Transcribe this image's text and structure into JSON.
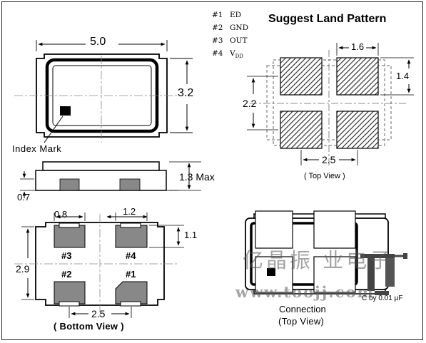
{
  "pin_table": [
    {
      "num": "#1",
      "name": "ED"
    },
    {
      "num": "#2",
      "name": "GND"
    },
    {
      "num": "#3",
      "name": "OUT"
    },
    {
      "num": "#4",
      "name": "V",
      "sub": "DD"
    }
  ],
  "top_package": {
    "width_label": "5.0",
    "height_label": "3.2",
    "index_mark_label": "Index Mark"
  },
  "side_view": {
    "height_label": "1.3 Max",
    "lead_label": "0.7"
  },
  "bottom_view": {
    "pad_width_label": "0.8",
    "pad_gap_label": "1.2",
    "pad_height_label": "1.1",
    "total_height_label": "2.9",
    "pitch_label": "2.5",
    "pads": [
      "#3",
      "#4",
      "#2",
      "#1"
    ],
    "caption": "( Bottom View )"
  },
  "land_pattern": {
    "title": "Suggest Land Pattern",
    "pad_width_label": "1.6",
    "pad_height_label": "1.4",
    "height_label": "2.2",
    "pitch_label": "2.5",
    "caption": "( Top View )"
  },
  "connection": {
    "title": "Connection",
    "caption": "(Top  View)",
    "cap_label": "C by 0.01 μF"
  },
  "watermark": {
    "cn": "亿晶振 业电子",
    "url": "www.toojj.com"
  }
}
